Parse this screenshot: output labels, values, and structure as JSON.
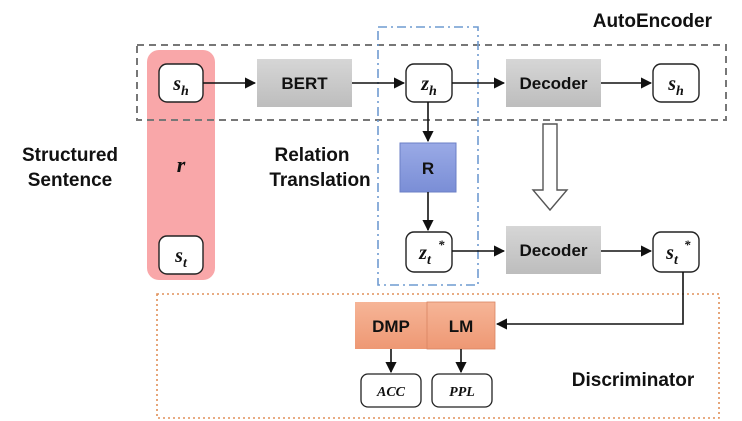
{
  "labels": {
    "autoencoder": "AutoEncoder",
    "structured_line1": "Structured",
    "structured_line2": "Sentence",
    "relation_line1": "Relation",
    "relation_line2": "Translation",
    "discriminator": "Discriminator"
  },
  "blocks": {
    "bert": "BERT",
    "decoder_top": "Decoder",
    "decoder_bottom": "Decoder",
    "r_module": "R",
    "dmp": "DMP",
    "lm": "LM"
  },
  "nodes": {
    "sh_input": {
      "base": "s",
      "sub": "h"
    },
    "r": {
      "base": "r"
    },
    "st_input": {
      "base": "s",
      "sub": "t"
    },
    "zh": {
      "base": "z",
      "sub": "h"
    },
    "zt_star": {
      "base": "z",
      "sub": "t",
      "sup": "*"
    },
    "sh_output": {
      "base": "s",
      "sub": "h"
    },
    "st_star": {
      "base": "s",
      "sub": "t",
      "sup": "*"
    }
  },
  "metrics": {
    "acc": "ACC",
    "ppl": "PPL"
  },
  "colors": {
    "structured_band": "#f9a7a9",
    "gray_block": "#cccccc",
    "r_block": "#8b9ee0",
    "discriminator_block": "#f4a683",
    "autoencoder_border": "#777777",
    "relation_border": "#6f9bd1",
    "discriminator_border": "#e0905a"
  }
}
